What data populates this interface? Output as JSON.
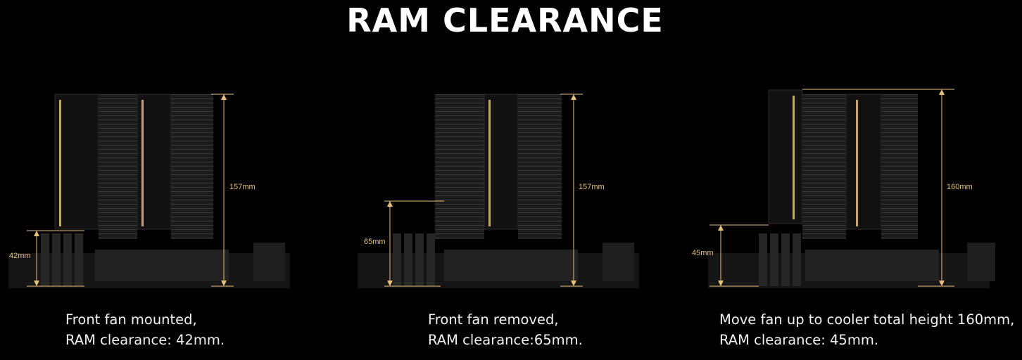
{
  "title": "RAM CLEARANCE",
  "accent_color": "#e7c07a",
  "panels": [
    {
      "height_label": "157mm",
      "ram_label": "42mm",
      "caption_line1": "Front fan mounted,",
      "caption_line2": "RAM clearance: 42mm."
    },
    {
      "height_label": "157mm",
      "ram_label": "65mm",
      "caption_line1": "Front fan removed,",
      "caption_line2": "RAM clearance:65mm."
    },
    {
      "height_label": "160mm",
      "ram_label": "45mm",
      "caption_line1": "Move fan up to cooler total height 160mm,",
      "caption_line2": "RAM clearance: 45mm."
    }
  ]
}
